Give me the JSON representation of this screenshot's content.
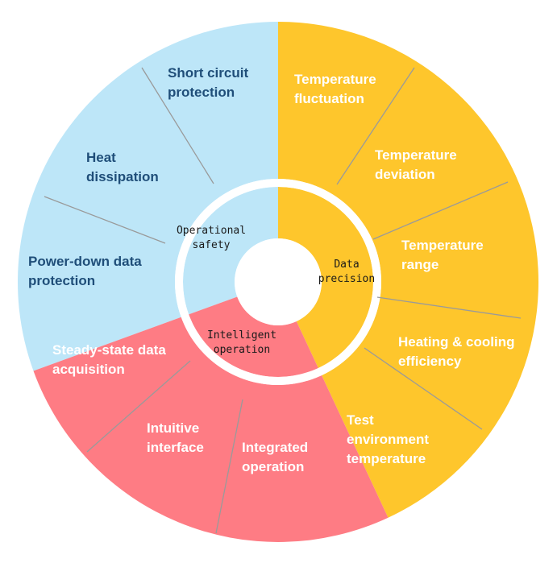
{
  "colors": {
    "safety": "#bde6f8",
    "precision": "#fec62c",
    "operation": "#fe7c84",
    "safety_text": "#1f4e79",
    "warm_text": "#ffffff",
    "divider": "#9a9a9a",
    "ring": "#ffffff"
  },
  "categories": [
    {
      "key": "safety",
      "name_lines": [
        "Operational",
        "safety"
      ],
      "items": [
        {
          "lines": [
            "Short circuit",
            "protection"
          ]
        },
        {
          "lines": [
            "Heat",
            "dissipation"
          ]
        },
        {
          "lines": [
            "Power-down data",
            "protection"
          ]
        }
      ]
    },
    {
      "key": "precision",
      "name_lines": [
        "Data",
        "precision"
      ],
      "items": [
        {
          "lines": [
            "Temperature",
            "fluctuation"
          ]
        },
        {
          "lines": [
            "Temperature",
            "deviation"
          ]
        },
        {
          "lines": [
            "Temperature",
            "range"
          ]
        },
        {
          "lines": [
            "Heating & cooling",
            "efficiency"
          ]
        },
        {
          "lines": [
            "Test",
            "environment",
            "temperature"
          ]
        }
      ]
    },
    {
      "key": "operation",
      "name_lines": [
        "Intelligent",
        "operation"
      ],
      "items": [
        {
          "lines": [
            "Steady-state data",
            "acquisition"
          ]
        },
        {
          "lines": [
            "Intuitive",
            "interface"
          ]
        },
        {
          "lines": [
            "Integrated",
            "operation"
          ]
        }
      ]
    }
  ]
}
